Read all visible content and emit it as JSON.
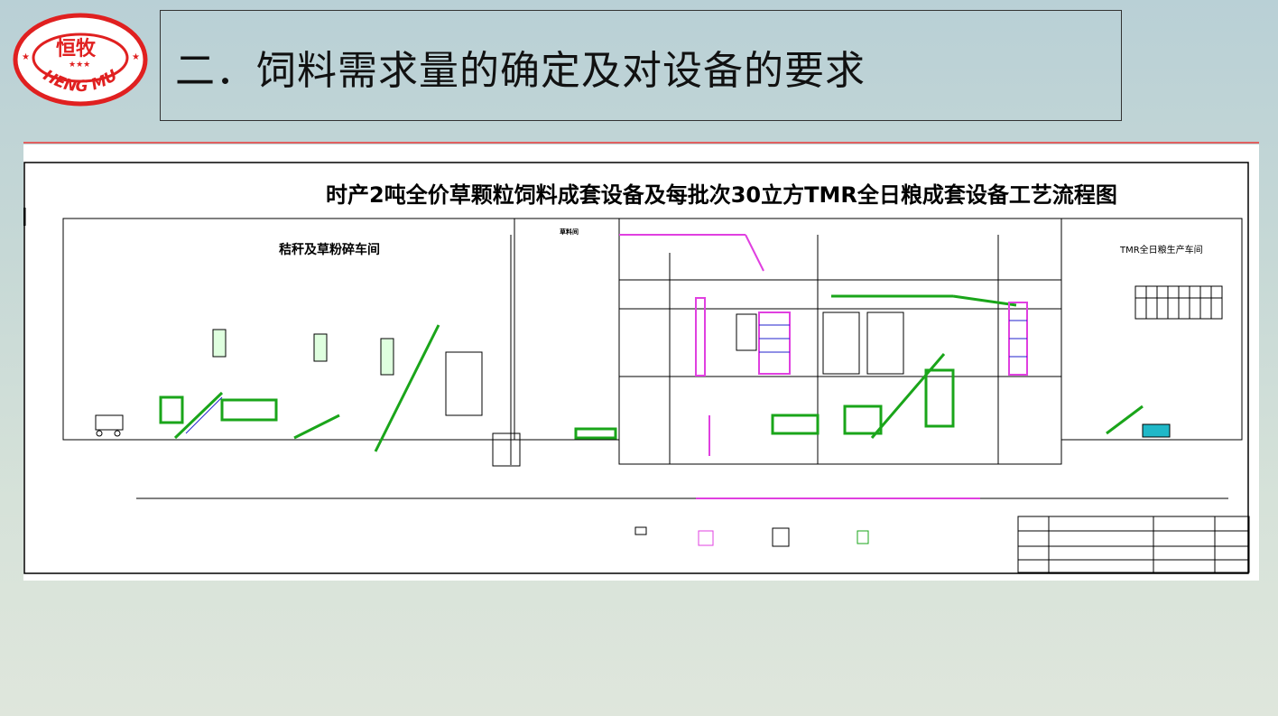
{
  "logo": {
    "top_text": "恒牧",
    "stars": "★★★",
    "bottom_text": "HENG MU"
  },
  "header": {
    "title": "二．饲料需求量的确定及对设备的要求"
  },
  "diagram": {
    "title": "时产2吨全价草颗粒饲料成套设备及每批次30立方TMR全日粮成套设备工艺流程图",
    "label_straw_workshop": "秸秆及草粉碎车间",
    "label_warehouse": "草料间",
    "label_tmr_workshop": "TMR全日粮生产车间"
  },
  "colors": {
    "green": "#1aa51a",
    "magenta": "#e040e0",
    "blue": "#2222cc",
    "red": "#e02020",
    "cyan": "#20b8c8"
  }
}
